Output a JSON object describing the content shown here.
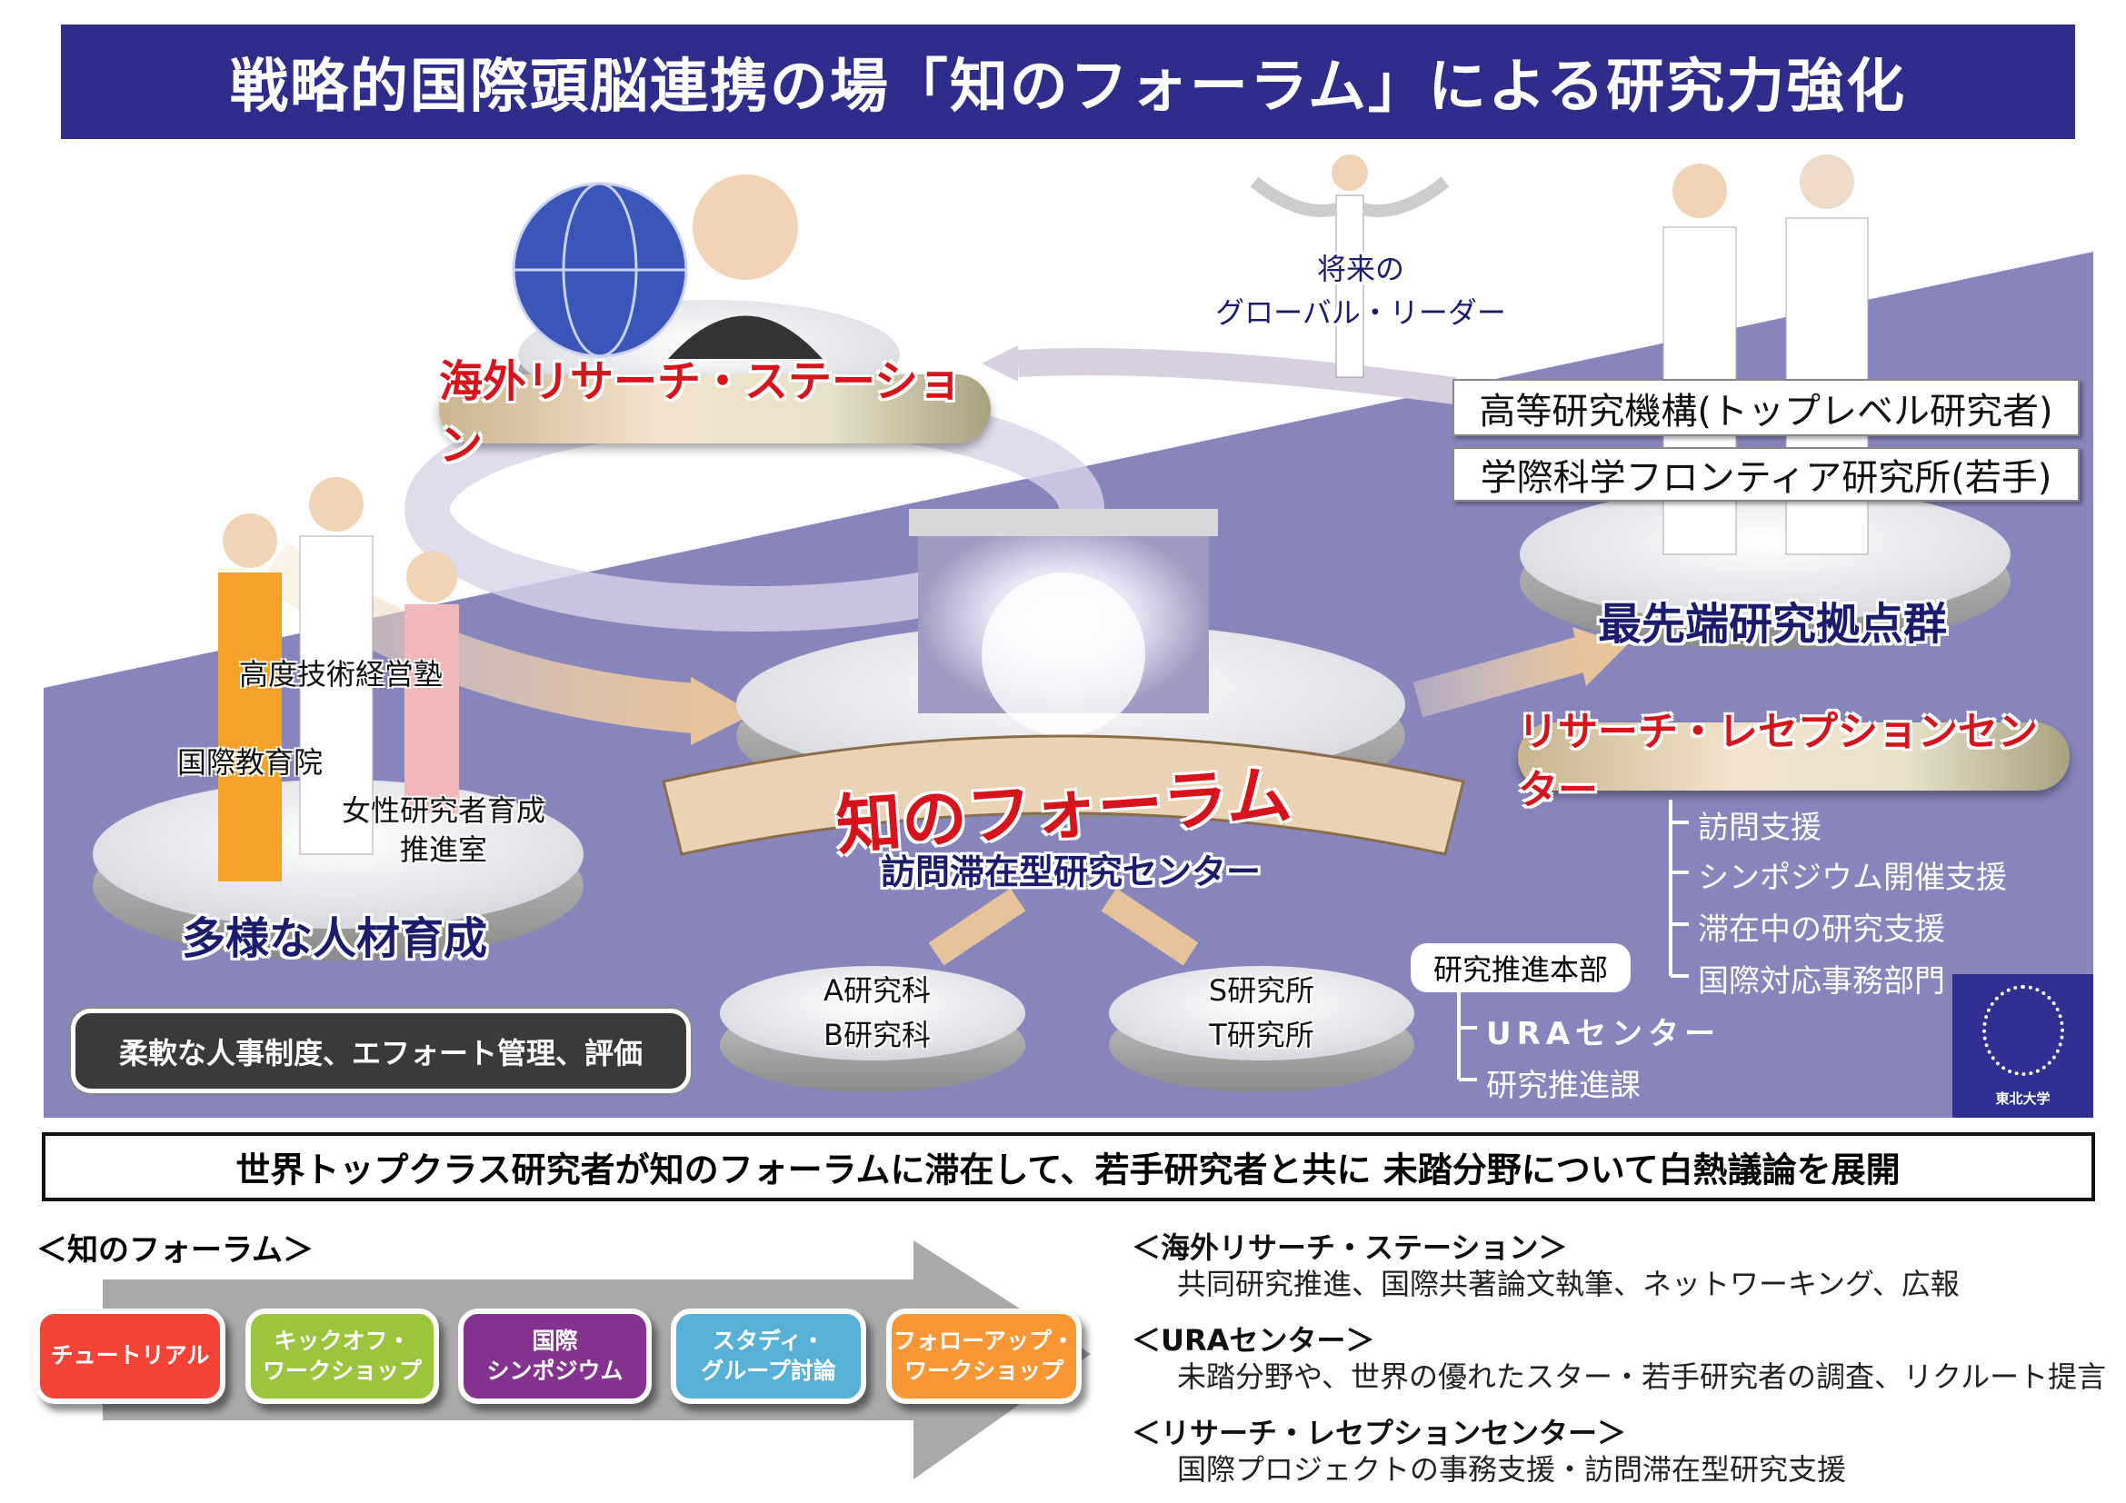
{
  "title": "戦略的国際頭脳連携の場「知のフォーラム」による研究力強化",
  "colors": {
    "title_bg": "#2e2d8c",
    "purple": "#8884bc",
    "red": "#d7141b"
  },
  "diagram": {
    "overseas_station": "海外リサーチ・ステーション",
    "future_leader_1": "将来の",
    "future_leader_2": "グローバル・リーダー",
    "institute_top": "高等研究機構(トップレベル研究者)",
    "institute_young": "学際科学フロンティア研究所(若手)",
    "cutting_edge": "最先端研究拠点群",
    "mot": "高度技術経営塾",
    "intl_edu": "国際教育院",
    "women_1": "女性研究者育成",
    "women_2": "推進室",
    "diverse": "多様な人材育成",
    "forum": "知のフォーラム",
    "visit_center": "訪問滞在型研究センター",
    "grad_a": "A研究科",
    "grad_b": "B研究科",
    "inst_s": "S研究所",
    "inst_t": "T研究所",
    "reception": "リサーチ・レセプションセンター",
    "reception_items": [
      "訪問支援",
      "シンポジウム開催支援",
      "滞在中の研究支援",
      "国際対応事務部門"
    ],
    "research_hq": "研究推進本部",
    "ura": "URAセンター",
    "promo_div": "研究推進課",
    "flex": "柔軟な人事制度、エフォート管理、評価",
    "logo": "東北大学"
  },
  "banner": "世界トップクラス研究者が知のフォーラムに滞在して、若手研究者と共に 未踏分野について白熱議論を展開",
  "forum_section": {
    "heading": "＜知のフォーラム＞",
    "steps": [
      {
        "label": "チュートリアル",
        "color": "#f44438"
      },
      {
        "label": "キックオフ・\nワークショップ",
        "color": "#9bc53d"
      },
      {
        "label": "国際\nシンポジウム",
        "color": "#84338f"
      },
      {
        "label": "スタディ・\nグループ討論",
        "color": "#57b1d6"
      },
      {
        "label": "フォローアップ・\nワークショップ",
        "color": "#fb9634"
      }
    ]
  },
  "descriptions": [
    {
      "heading": "＜海外リサーチ・ステーション＞",
      "text": "共同研究推進、国際共著論文執筆、ネットワーキング、広報"
    },
    {
      "heading": "＜URAセンター＞",
      "text": "未踏分野や、世界の優れたスター・若手研究者の調査、リクルート提言"
    },
    {
      "heading": "＜リサーチ・レセプションセンター＞",
      "text": "国際プロジェクトの事務支援・訪問滞在型研究支援"
    }
  ]
}
